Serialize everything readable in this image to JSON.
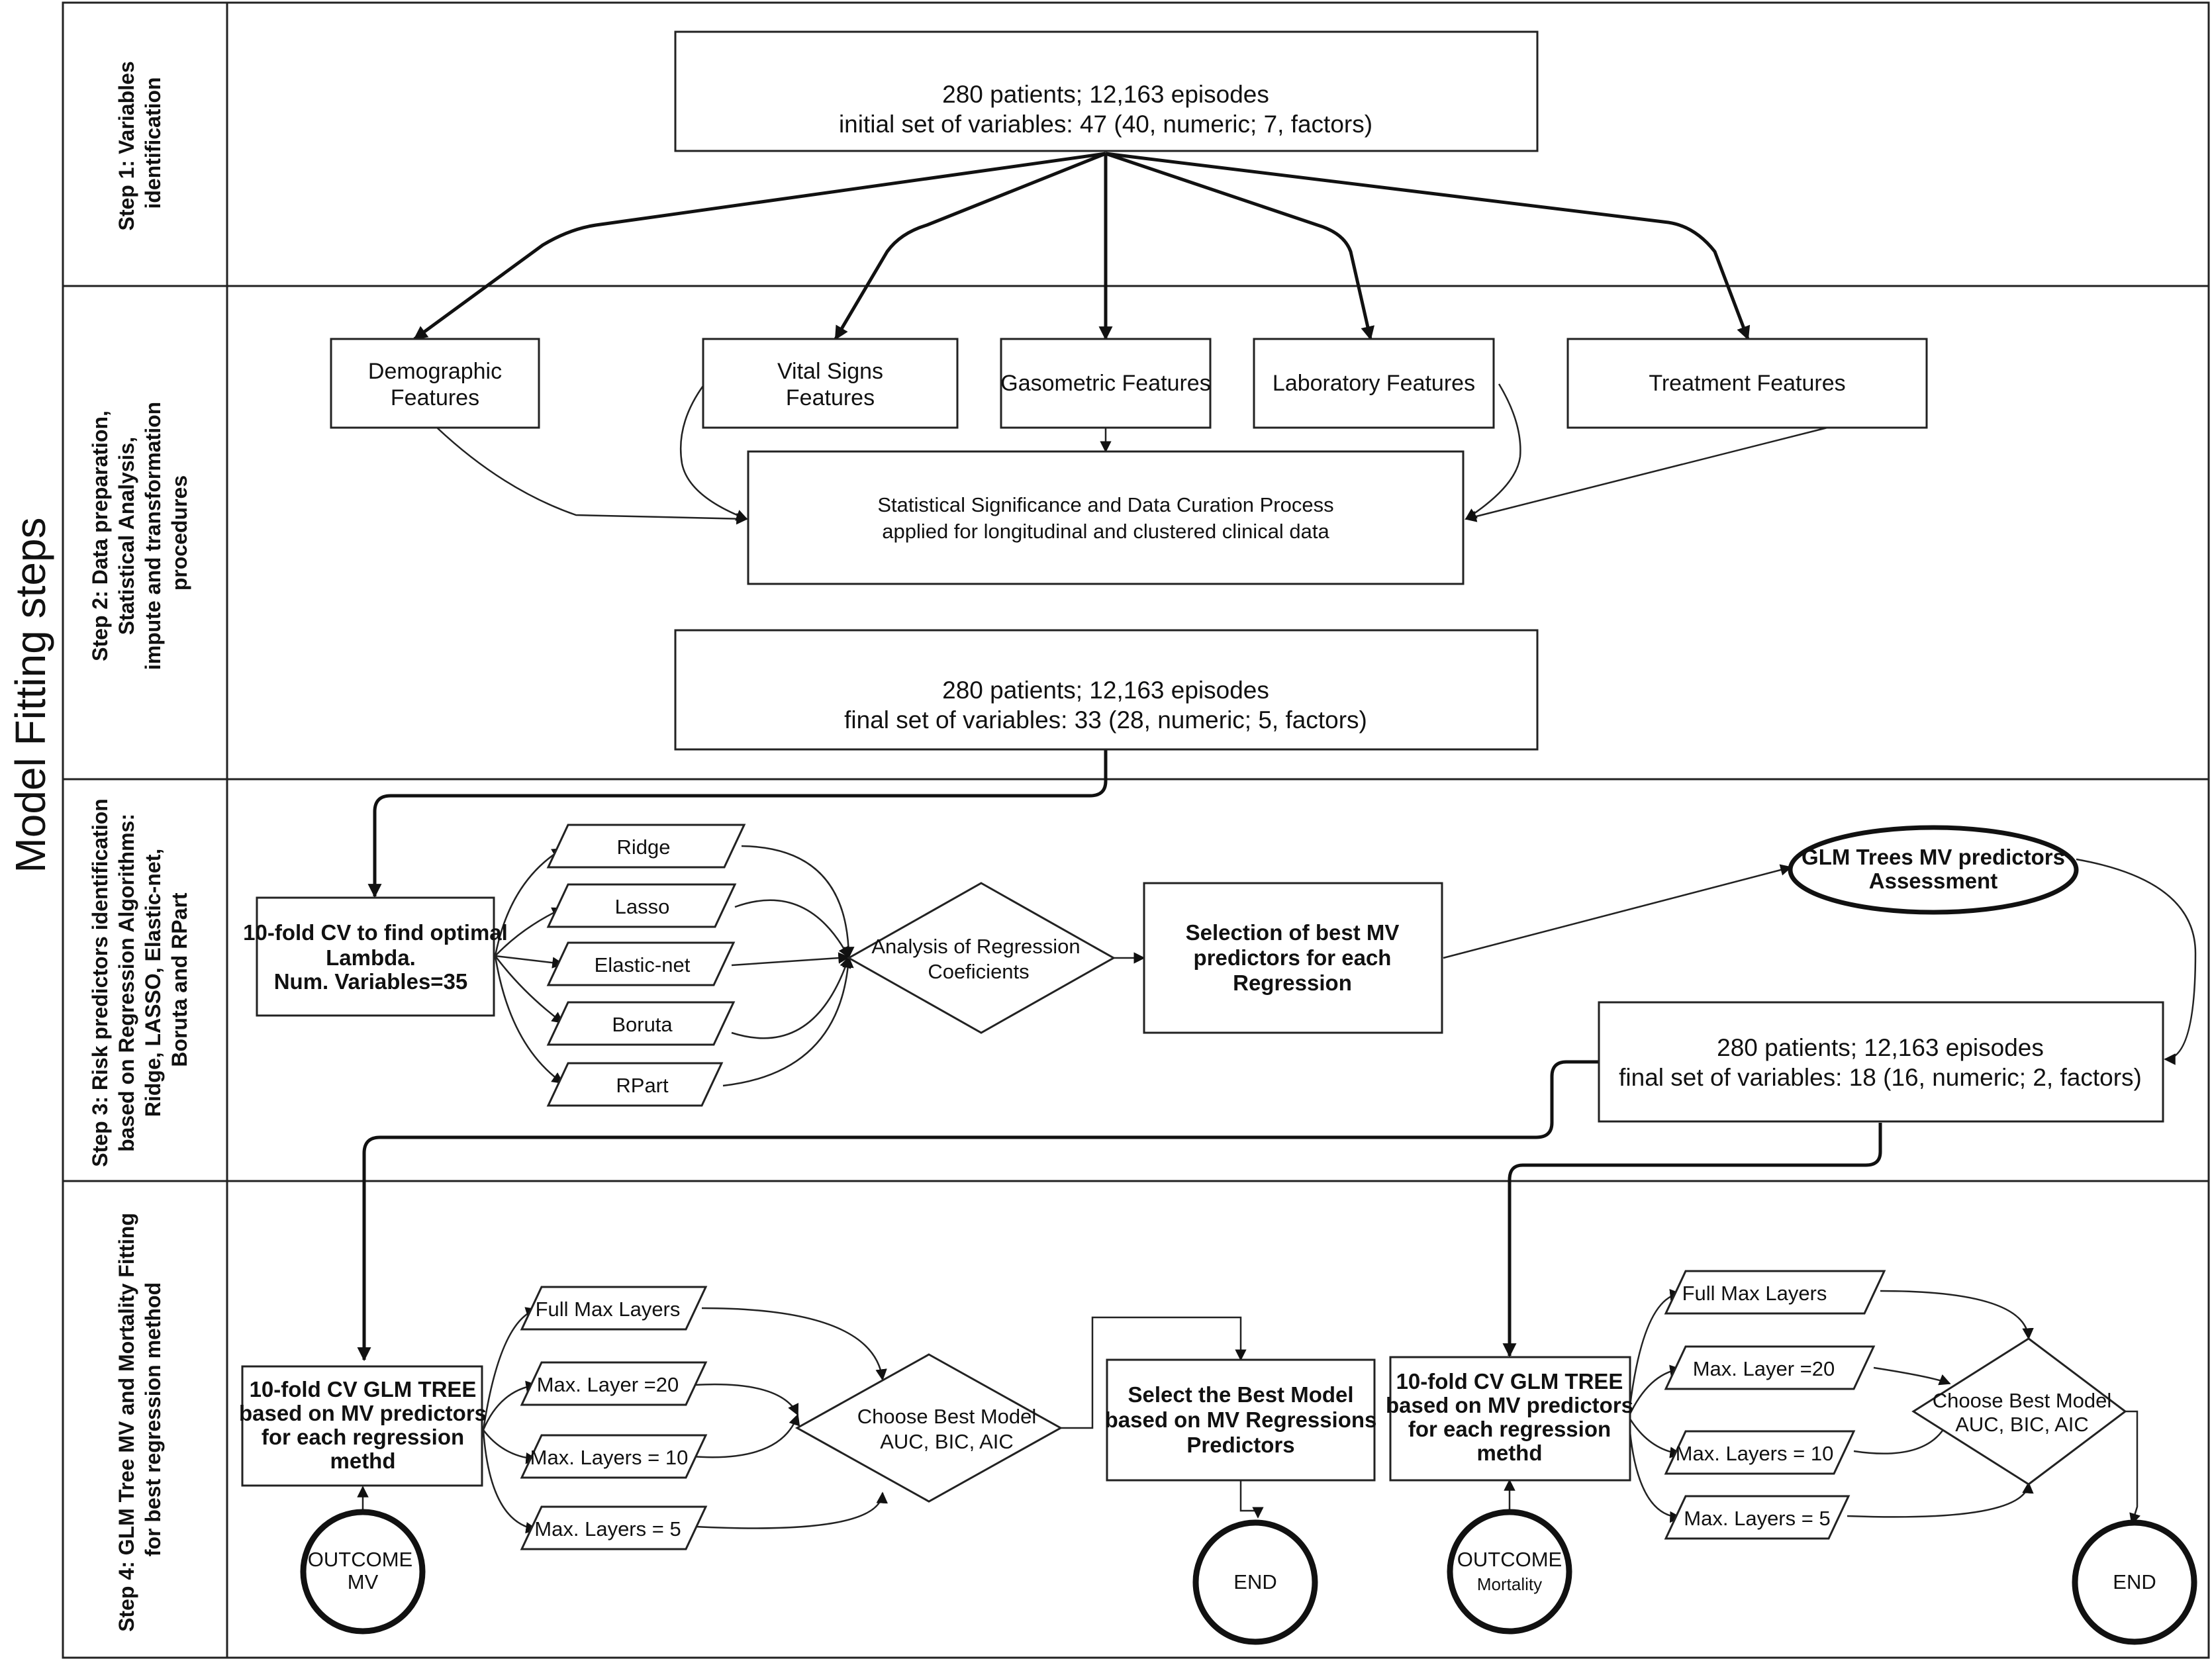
{
  "diagram_title": "Model Fitting steps",
  "lanes": {
    "step1": "Step 1: Variables identification",
    "step2": "Step 2: Data preparation, Statistical Analysis, impute and transformation procedures",
    "step3": "Step 3: Risk predictors identification based on Regression Algorithms: Ridge, LASSO, Elastic-net, Boruta and RPart",
    "step4": "Step 4: GLM Tree MV and Mortality Fitting for best regression method"
  },
  "lane_lines": {
    "step1": [
      "Step 1: Variables",
      "identification"
    ],
    "step2": [
      "Step 2: Data preparation,",
      "Statistical Analysis,",
      "impute and transformation",
      "procedures"
    ],
    "step3": [
      "Step 3: Risk predictors identification",
      "based on Regression Algorithms:",
      "Ridge, LASSO, Elastic-net,",
      "Boruta and RPart"
    ],
    "step4": [
      "Step 4: GLM Tree MV and Mortality Fitting",
      "for best regression method"
    ]
  },
  "step1": {
    "data_box": [
      "280 patients; 12,163 episodes",
      "initial set of variables: 47 (40, numeric; 7, factors)"
    ]
  },
  "step2": {
    "features": {
      "demographic": [
        "Demographic",
        "Features"
      ],
      "vital": [
        "Vital Signs",
        "Features"
      ],
      "gasometric": "Gasometric Features",
      "laboratory": "Laboratory Features",
      "treatment": "Treatment Features"
    },
    "curation": [
      "Statistical Significance and Data Curation Process",
      "applied for longitudinal and clustered clinical data"
    ],
    "final_box": [
      "280 patients; 12,163 episodes",
      "final set of variables: 33 (28, numeric; 5, factors)"
    ]
  },
  "step3": {
    "cv_box": [
      "10-fold CV to find optimal",
      "Lambda.",
      "Num. Variables=35"
    ],
    "methods": [
      "Ridge",
      "Lasso",
      "Elastic-net",
      "Boruta",
      "RPart"
    ],
    "analysis": [
      "Analysis of Regression",
      "Coeficients"
    ],
    "selection": [
      "Selection of best MV",
      "predictors for each",
      "Regression"
    ],
    "glm_assess": [
      "GLM Trees MV predictors",
      "Assessment"
    ],
    "final_box": [
      "280 patients; 12,163 episodes",
      "final set of variables: 18 (16, numeric; 2, factors)"
    ]
  },
  "step4": {
    "mv": {
      "cv_box": [
        "10-fold CV GLM TREE",
        "based on MV predictors",
        "for each regression",
        "methd"
      ],
      "layers": [
        "Full Max Layers",
        "Max. Layer =20",
        "Max. Layers = 10",
        "Max. Layers = 5"
      ],
      "choose": [
        "Choose Best Model",
        "AUC, BIC, AIC"
      ],
      "select": [
        "Select the Best Model",
        "based on MV Regressions",
        "Predictors"
      ],
      "outcome": [
        "OUTCOME",
        "MV"
      ],
      "end": "END"
    },
    "mortality": {
      "cv_box": [
        "10-fold CV GLM TREE",
        "based on MV predictors",
        "for each regression",
        "methd"
      ],
      "layers": [
        "Full Max Layers",
        "Max. Layer =20",
        "Max. Layers = 10",
        "Max. Layers = 5"
      ],
      "choose": [
        "Choose Best Model",
        "AUC, BIC, AIC"
      ],
      "outcome": [
        "OUTCOME",
        "Mortality"
      ],
      "end": "END"
    }
  }
}
